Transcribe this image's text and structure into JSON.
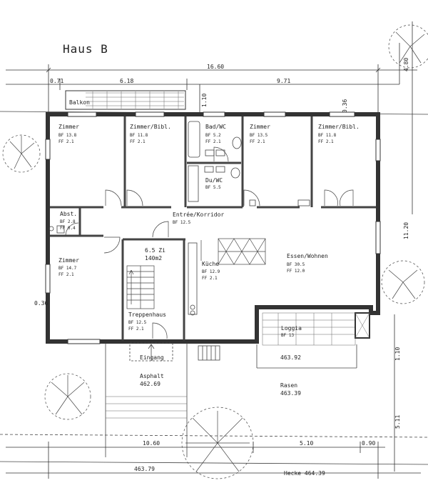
{
  "title": "Haus B",
  "dimensions": {
    "total_width": "16.60",
    "left_margin": "0.71",
    "balcony_width": "6.18",
    "right_span": "9.71",
    "balcony_depth": "1.10",
    "north_wall": "0.36",
    "right_top": "4.80",
    "right_depth": "11.20",
    "west_wall": "0.36",
    "south_offset": "1.10",
    "south_depth": "5.11",
    "bottom_left": "10.60",
    "bottom_mid": "5.10",
    "bottom_right": "0.90"
  },
  "rooms": {
    "balkon": {
      "name": "Balkon"
    },
    "zimmer_nw": {
      "name": "Zimmer",
      "bf": "BF 13.8",
      "ff": "FF 2.1"
    },
    "zimmer_bibl_1": {
      "name": "Zimmer/Bibl.",
      "bf": "BF 11.8",
      "ff": "FF 2.1"
    },
    "bad_wc": {
      "name": "Bad/WC",
      "bf": "BF 5.2",
      "ff": "FF 2.1"
    },
    "du_wc": {
      "name": "Du/WC",
      "bf": "BF 5.5"
    },
    "zimmer_ne": {
      "name": "Zimmer",
      "bf": "BF 13.5",
      "ff": "FF 2.1"
    },
    "zimmer_bibl_2": {
      "name": "Zimmer/Bibl.",
      "bf": "BF 11.8",
      "ff": "FF 2.1"
    },
    "abst": {
      "name": "Abst.",
      "bf": "BF 2.8",
      "ff": "FF 0.4"
    },
    "entree": {
      "name": "Entrée/Korridor",
      "bf": "BF 12.5"
    },
    "apartment": {
      "name": "6.5 Zi",
      "area": "140m2"
    },
    "zimmer_sw": {
      "name": "Zimmer",
      "bf": "BF 14.7",
      "ff": "FF 2.1"
    },
    "kueche": {
      "name": "Küche",
      "bf": "BF 12.9",
      "ff": "FF 2.1"
    },
    "essen": {
      "name": "Essen/Wohnen",
      "bf": "BF 30.5",
      "ff": "FF 12.0"
    },
    "treppenhaus": {
      "name": "Treppenhaus",
      "bf": "BF 12.5",
      "ff": "FF 2.1"
    },
    "loggia": {
      "name": "Loggia",
      "bf": "BF 13"
    },
    "eingang": {
      "name": "Eingang"
    }
  },
  "site": {
    "loggia_level": "463.92",
    "asphalt": "Asphalt",
    "asphalt_level": "462.69",
    "rasen": "Rasen",
    "rasen_level": "463.39",
    "bottom_level": "463.79",
    "hecke": "Hecke 464.39"
  }
}
